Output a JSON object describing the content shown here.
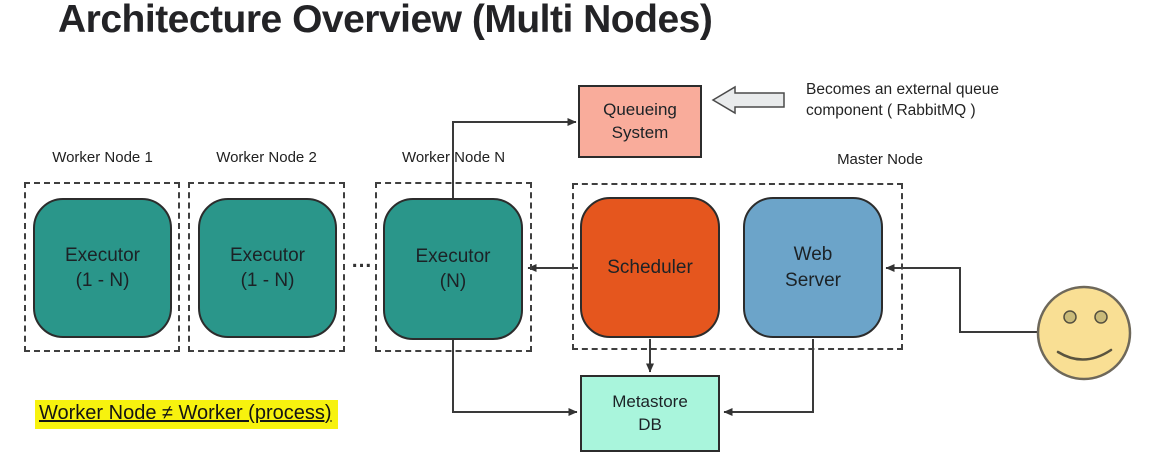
{
  "title": "Architecture Overview (Multi Nodes)",
  "queueing_system": {
    "line1": "Queueing",
    "line2": "System"
  },
  "queue_note": {
    "line1": "Becomes an external queue",
    "line2": "component ( RabbitMQ )"
  },
  "worker_nodes": [
    {
      "label": "Worker Node 1",
      "executor_line1": "Executor",
      "executor_line2": "(1 - N)"
    },
    {
      "label": "Worker Node 2",
      "executor_line1": "Executor",
      "executor_line2": "(1 - N)"
    },
    {
      "label": "Worker Node N",
      "executor_line1": "Executor",
      "executor_line2": "(N)"
    }
  ],
  "ellipsis": "...",
  "master_node": {
    "label": "Master Node",
    "scheduler_label": "Scheduler",
    "web_server_line1": "Web",
    "web_server_line2": "Server"
  },
  "metastore": {
    "line1": "Metastore",
    "line2": "DB"
  },
  "worker_note": "Worker Node ≠ Worker (process)",
  "colors": {
    "executor": "#2A968A",
    "scheduler": "#E5561E",
    "web_server": "#6CA4C9",
    "queueing_system": "#F9AC9B",
    "metastore_db": "#A9F5DC",
    "smiley": "#F9DF94",
    "highlight": "#F7F20E",
    "connector": "#3A3A3A"
  }
}
